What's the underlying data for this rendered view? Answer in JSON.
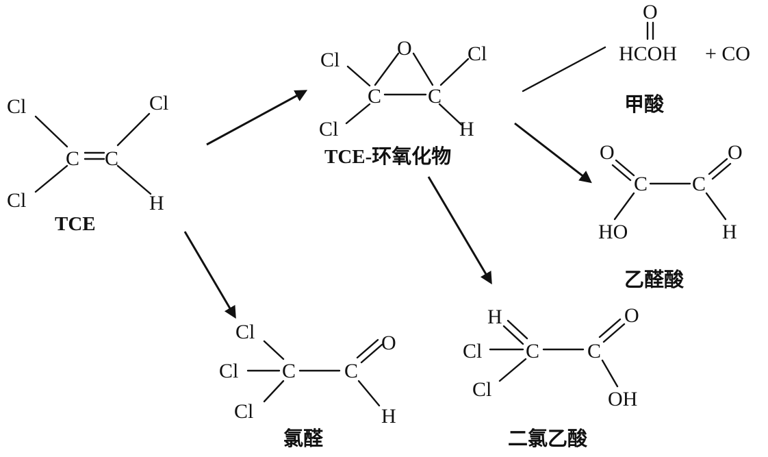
{
  "atoms": {
    "cl": "Cl",
    "c": "C",
    "h": "H",
    "o": "O",
    "ho": "HO",
    "oh": "OH",
    "hcooh": "HCOH",
    "plus_co": "+ CO"
  },
  "compounds": {
    "tce": "TCE",
    "tce_epoxide": "TCE-环氧化物",
    "formic_acid": "甲酸",
    "glyoxylic_acid": "乙醛酸",
    "chloral": "氯醛",
    "dichloroacetic_acid": "二氯乙酸"
  }
}
